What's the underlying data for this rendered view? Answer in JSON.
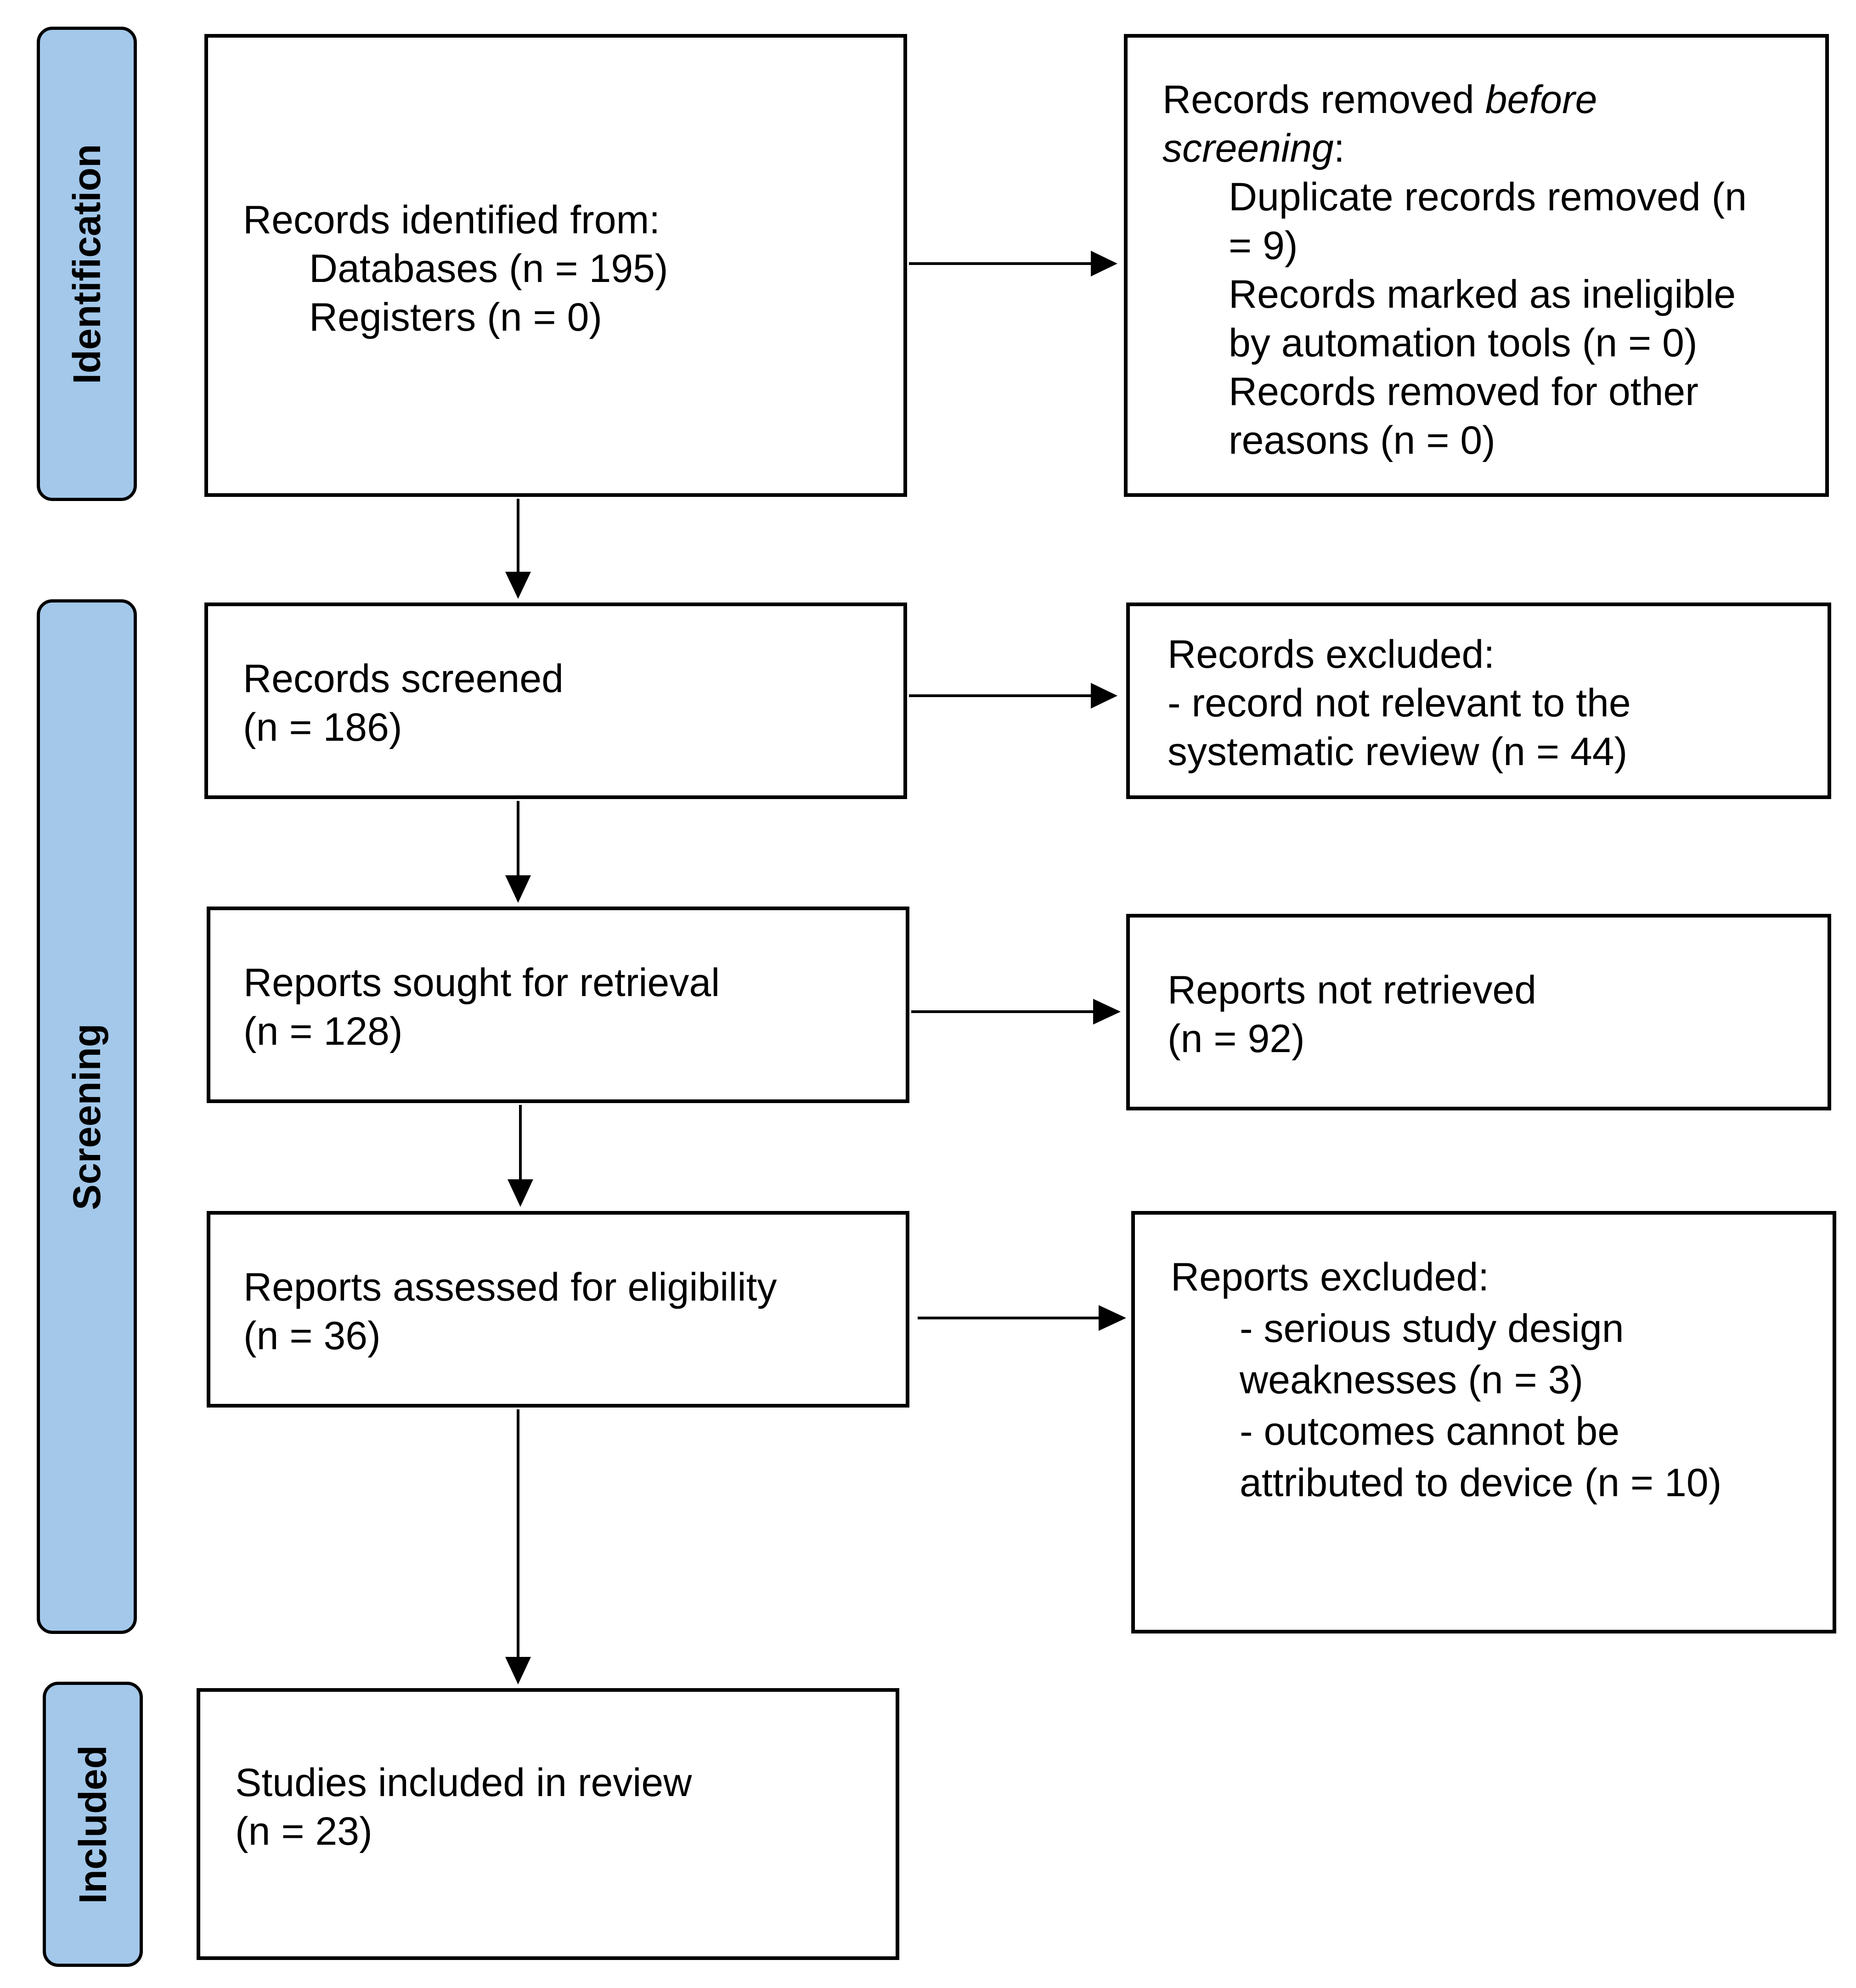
{
  "phases": {
    "identification": "Identification",
    "screening": "Screening",
    "included": "Included"
  },
  "identified": {
    "heading": "Records identified from:",
    "databases": "Databases (n = 195)",
    "registers": "Registers (n = 0)"
  },
  "removed": {
    "heading_prefix": "Records removed ",
    "heading_italic_1": "before",
    "heading_italic_2": "screening",
    "heading_suffix": ":",
    "dup_1": "Duplicate records removed (n",
    "dup_2": "= 9)",
    "auto_1": "Records marked as ineligible",
    "auto_2": "by automation tools (n = 0)",
    "other_1": "Records removed for other",
    "other_2": "reasons (n = 0)"
  },
  "screened": {
    "title": "Records screened",
    "count": "(n = 186)"
  },
  "excluded_records": {
    "heading": "Records excluded:",
    "reason_1": "- record not relevant to the",
    "reason_2": "systematic review (n = 44)"
  },
  "sought": {
    "title": "Reports sought for retrieval",
    "count": "(n = 128)"
  },
  "not_retrieved": {
    "title": "Reports not retrieved",
    "count": "(n = 92)"
  },
  "assessed": {
    "title": "Reports assessed for eligibility",
    "count": "(n = 36)"
  },
  "excluded_reports": {
    "heading": "Reports excluded:",
    "r1_1": "- serious study design",
    "r1_2": "weaknesses (n = 3)",
    "r2_1": "- outcomes cannot be",
    "r2_2": "attributed to device (n = 10)"
  },
  "included": {
    "title": "Studies included in review",
    "count": "(n = 23)"
  },
  "colors": {
    "phase_fill": "#a3c8ea",
    "stroke": "#000000",
    "background": "#ffffff"
  }
}
